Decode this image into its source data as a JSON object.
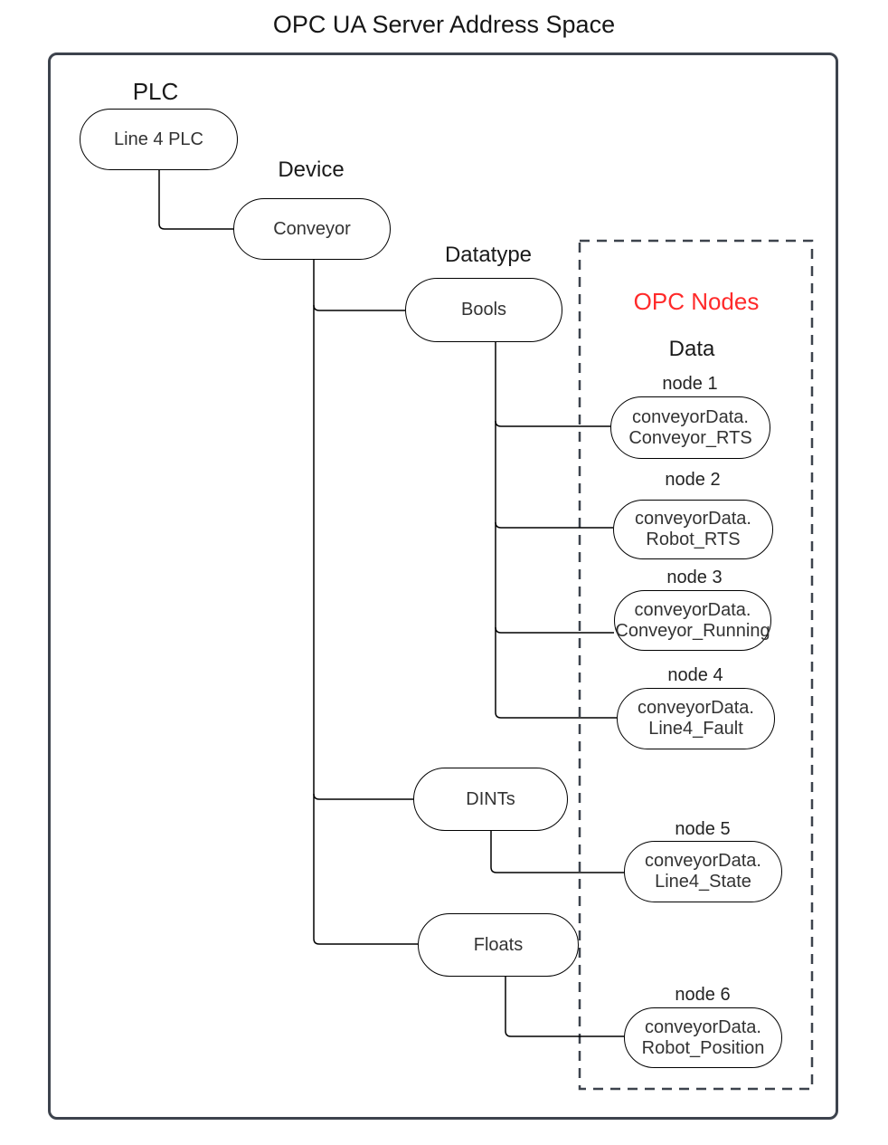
{
  "title": "OPC UA Server Address Space",
  "labels": {
    "plc": "PLC",
    "device": "Device",
    "datatype": "Datatype",
    "opc_nodes": "OPC Nodes",
    "data": "Data"
  },
  "tree": {
    "plc": {
      "label": "Line 4 PLC"
    },
    "device": {
      "label": "Conveyor",
      "parent": "Line 4 PLC"
    },
    "datatypes": {
      "bools": {
        "label": "Bools",
        "parent": "Conveyor"
      },
      "dints": {
        "label": "DINTs",
        "parent": "Conveyor"
      },
      "floats": {
        "label": "Floats",
        "parent": "Conveyor"
      }
    }
  },
  "opc_nodes": [
    {
      "label": "node 1",
      "line1": "conveyorData.",
      "line2": "Conveyor_RTS",
      "parent": "Bools"
    },
    {
      "label": "node 2",
      "line1": "conveyorData.",
      "line2": "Robot_RTS",
      "parent": "Bools"
    },
    {
      "label": "node 3",
      "line1": "conveyorData.",
      "line2": "Conveyor_Running",
      "parent": "Bools"
    },
    {
      "label": "node 4",
      "line1": "conveyorData.",
      "line2": "Line4_Fault",
      "parent": "Bools"
    },
    {
      "label": "node 5",
      "line1": "conveyorData.",
      "line2": "Line4_State",
      "parent": "DINTs"
    },
    {
      "label": "node 6",
      "line1": "conveyorData.",
      "line2": "Robot_Position",
      "parent": "Floats"
    }
  ],
  "colors": {
    "highlight_text": "#ff2a2a",
    "frame_border": "#3d434d",
    "dashed_box_border": "#3d434d",
    "node_border": "#000000",
    "connector": "#000000",
    "text": "#1a1a1a",
    "background": "#ffffff"
  }
}
